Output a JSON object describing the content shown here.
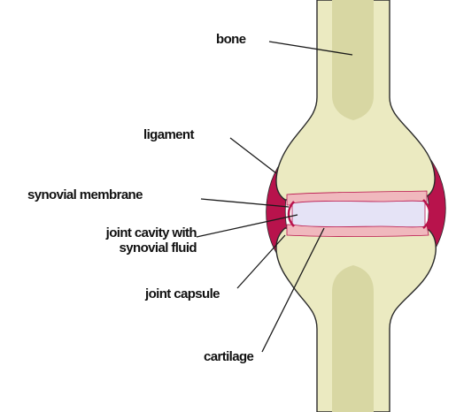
{
  "colors": {
    "bone": "#ebeac1",
    "bone_outline": "#2a2a2a",
    "marrow": "#d8d7a3",
    "capsule": "#b8134c",
    "cavity": "#e5e3f6",
    "cartilage": "#f0b8bd",
    "leader_line": "#1a1a1a"
  },
  "labels": {
    "bone": "bone",
    "ligament": "ligament",
    "synovial_membrane": "synovial membrane",
    "joint_cavity_line1": "joint cavity with",
    "joint_cavity_line2": "synovial fluid",
    "joint_capsule": "joint capsule",
    "cartilage": "cartilage"
  }
}
